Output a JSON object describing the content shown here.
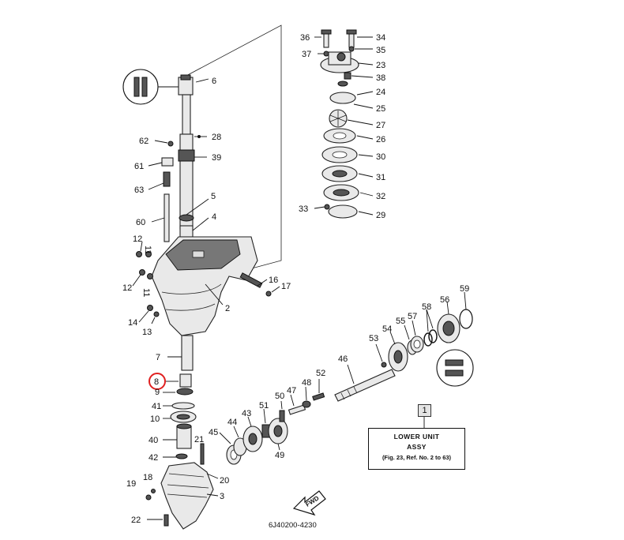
{
  "labels": {
    "n1": "1",
    "n2": "2",
    "n3": "3",
    "n4": "4",
    "n5": "5",
    "n6": "6",
    "n7": "7",
    "n8": "8",
    "n9": "9",
    "n10": "10",
    "n11a": "11",
    "n11b": "11",
    "n12a": "12",
    "n12b": "12",
    "n13": "13",
    "n14": "14",
    "n16": "16",
    "n17": "17",
    "n18": "18",
    "n19": "19",
    "n20": "20",
    "n21": "21",
    "n22": "22",
    "n23": "23",
    "n24": "24",
    "n25": "25",
    "n26": "26",
    "n27": "27",
    "n28": "28",
    "n29": "29",
    "n30": "30",
    "n31": "31",
    "n32": "32",
    "n33": "33",
    "n34": "34",
    "n35": "35",
    "n36": "36",
    "n37": "37",
    "n38": "38",
    "n39": "39",
    "n40": "40",
    "n41": "41",
    "n42": "42",
    "n43": "43",
    "n44": "44",
    "n45": "45",
    "n46": "46",
    "n47": "47",
    "n48": "48",
    "n49": "49",
    "n50": "50",
    "n51": "51",
    "n52": "52",
    "n53": "53",
    "n54": "54",
    "n55": "55",
    "n56": "56",
    "n57": "57",
    "n58": "58",
    "n59": "59",
    "n60": "60",
    "n61": "61",
    "n62": "62",
    "n63": "63"
  },
  "assembly_box": {
    "ref": "1",
    "line1": "LOWER UNIT",
    "line2": "ASSY",
    "line3": "(Fig. 23, Ref. No. 2 to 63)"
  },
  "fwd_arrow": "FWD",
  "catalog_number": "6J40200-4230",
  "highlight": {
    "part": "8",
    "color": "#e02020"
  }
}
